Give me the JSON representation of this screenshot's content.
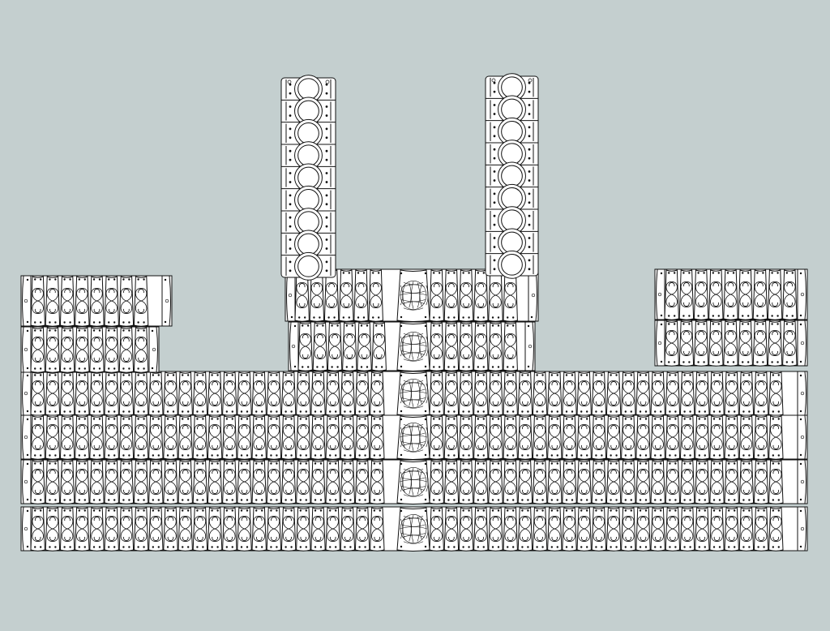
{
  "colors": {
    "background": "#c4cfcf",
    "plate_fill": "#ffffff",
    "outline": "#111111"
  },
  "layout_model": {
    "kind": "laminar-armor-pattern-drawing",
    "strap_count": 2,
    "strap_plates_each": 9,
    "body_rows": 6,
    "center_knot_column": true,
    "pauldron_blocks": 2,
    "pauldron_rows_each": 2
  },
  "icons": {
    "link_motif": "figure-eight-link-icon",
    "knot_motif": "celtic-knot-icon",
    "ring_motif": "ring-link-icon"
  }
}
